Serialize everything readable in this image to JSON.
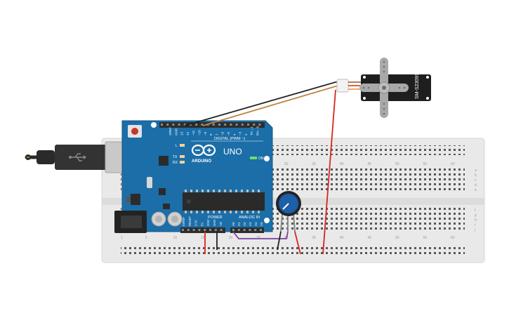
{
  "canvas": {
    "background": "#ffffff"
  },
  "breadboard": {
    "color": "#e9e9e9",
    "column_numbers": [
      "1",
      "5",
      "10",
      "15",
      "20",
      "25",
      "30",
      "35",
      "40",
      "45",
      "50",
      "55",
      "60"
    ],
    "row_letters_top": [
      "a",
      "b",
      "c",
      "d",
      "e"
    ],
    "row_letters_bottom": [
      "f",
      "g",
      "h",
      "i",
      "j"
    ]
  },
  "arduino": {
    "board_color": "#1b6ea8",
    "model": "UNO",
    "brand": "ARDUINO",
    "digital_header": "DIGITAL (PWM ~)",
    "power_header": "POWER",
    "analog_header": "ANALOG IN",
    "on_label": "ON",
    "tx_label": "TX",
    "rx_label": "RX",
    "l_label": "L",
    "digital_pins": [
      "AREF",
      "GND",
      "13",
      "12",
      "~11",
      "~10",
      "~9",
      "8",
      "7",
      "~6",
      "~5",
      "4",
      "~3",
      "2",
      "TX→1",
      "RX←0"
    ],
    "power_pins": [
      "IOREF",
      "RESET",
      "3.3V",
      "5V",
      "GND",
      "GND",
      "Vin"
    ],
    "analog_pins": [
      "A0",
      "A1",
      "A2",
      "A3",
      "A4",
      "A5"
    ]
  },
  "servo": {
    "model": "SM-S2309S",
    "body_color": "#1e1e1e",
    "horn_color": "#a9a9a9"
  },
  "potentiometer": {
    "knob_color": "#1d5fa8"
  },
  "usb_cable": {
    "color": "#2a2a2a"
  },
  "wires": {
    "signal_color": "#c0823b",
    "ground_color": "#222222",
    "power_color": "#d9261c",
    "analog_color": "#7b3fa0"
  }
}
